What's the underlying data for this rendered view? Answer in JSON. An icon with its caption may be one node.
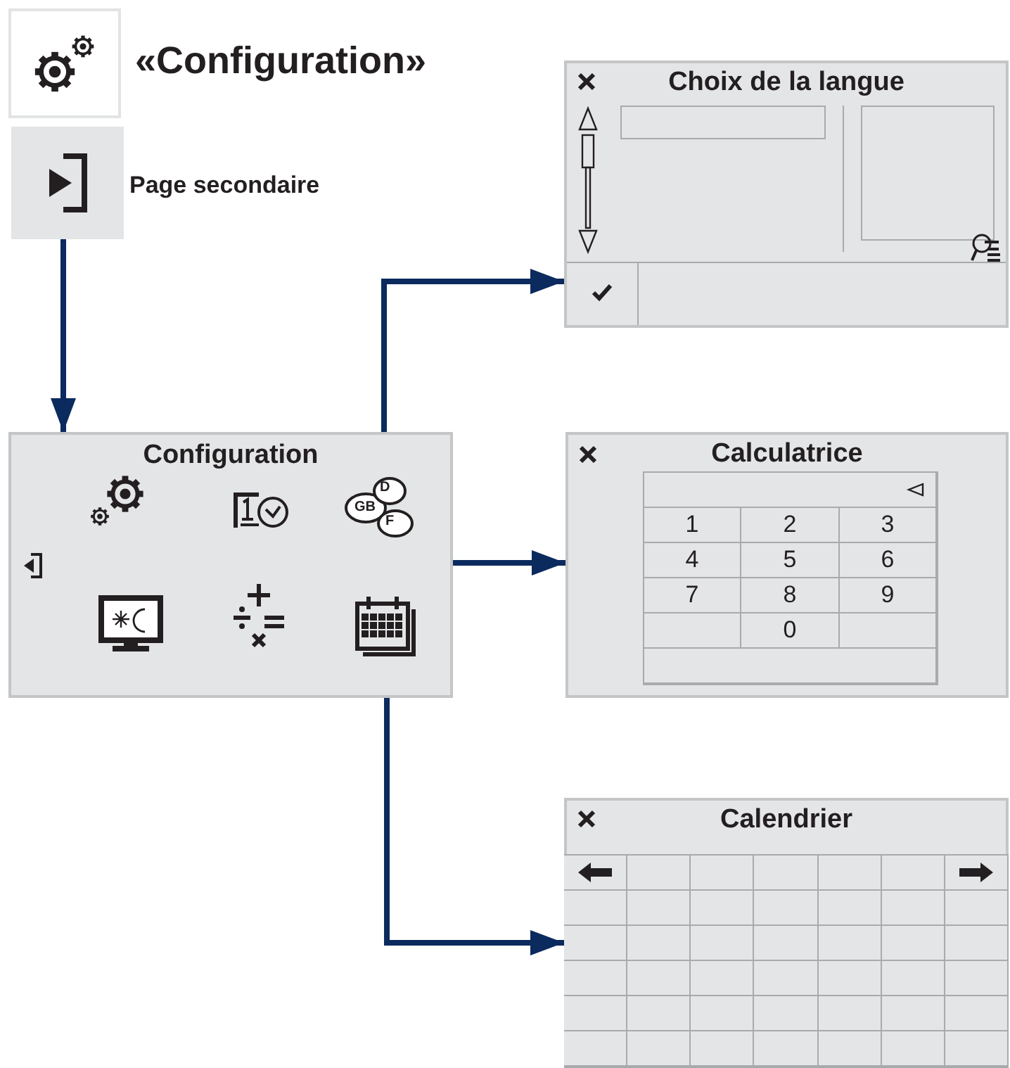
{
  "diagram": {
    "nodes": [
      {
        "text": [],
        "shape": "box",
        "beside": [
          "«Configuration»"
        ]
      },
      {
        "text": [],
        "shape": "box",
        "beside": [
          "Page secondaire"
        ]
      },
      {
        "text": [
          "Configuration"
        ]
      },
      {
        "text": [
          "GB",
          "D",
          "F"
        ],
        "in": 2
      },
      {
        "text": [
          "Choix de la langue"
        ]
      },
      {
        "text": [],
        "shape": "picture",
        "in": 2
      },
      {
        "text": [
          "Calculatrice",
          "1",
          "2",
          "3",
          "4",
          "5",
          "6",
          "7",
          "8",
          "9",
          "0"
        ]
      },
      {
        "text": [],
        "shape": "picture",
        "in": 2
      },
      {
        "text": [
          "Calendrier"
        ]
      }
    ],
    "edges": [
      {
        "from": 1,
        "to": 2,
        "arrow": "to"
      },
      {
        "from": 3,
        "to": 4,
        "arrow": "to"
      },
      {
        "from": 5,
        "to": 6,
        "arrow": "to"
      },
      {
        "from": 7,
        "to": 8,
        "arrow": "to"
      }
    ]
  }
}
